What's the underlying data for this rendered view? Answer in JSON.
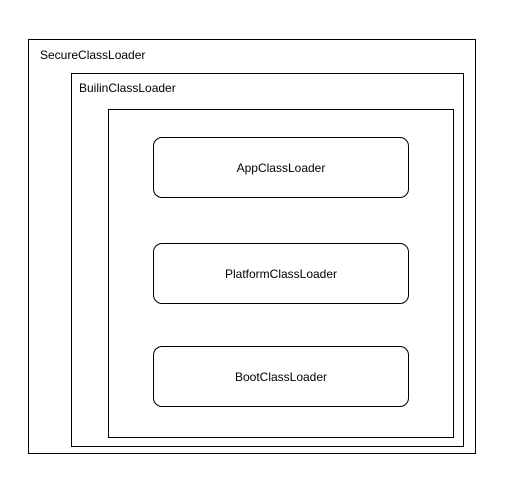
{
  "diagram": {
    "secure_label": "SecureClassLoader",
    "builtin_label": "BuilinClassLoader",
    "nodes": [
      "AppClassLoader",
      "PlatformClassLoader",
      "BootClassLoader"
    ],
    "stroke_color": "#000000",
    "background_color": "#ffffff"
  }
}
